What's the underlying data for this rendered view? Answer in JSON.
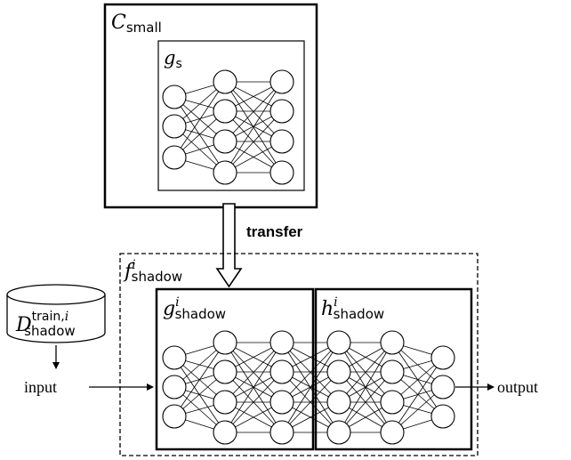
{
  "c_small": {
    "symbol": "C",
    "subscript": "small"
  },
  "g_s": {
    "symbol": "g",
    "subscript": "s"
  },
  "transfer": {
    "label": "transfer"
  },
  "f_shadow": {
    "symbol": "f",
    "superscript": "i",
    "subscript": "shadow"
  },
  "g_shadow": {
    "symbol": "g",
    "superscript": "i",
    "subscript": "shadow"
  },
  "h_shadow": {
    "symbol": "h",
    "superscript": "i",
    "subscript": "shadow"
  },
  "dataset": {
    "symbol": "D",
    "superscript": "train,",
    "superscript_italic": "i",
    "subscript": "shadow"
  },
  "input": {
    "label": "input"
  },
  "output": {
    "label": "output"
  },
  "colors": {
    "stroke": "#000000",
    "fill": "#ffffff"
  }
}
